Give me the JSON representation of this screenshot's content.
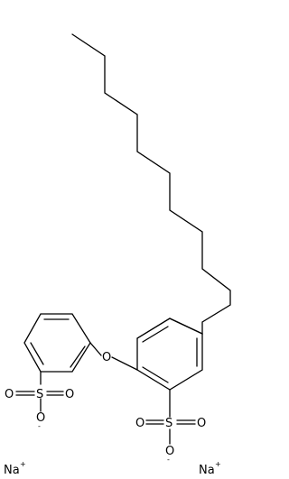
{
  "molecule": {
    "atoms": {
      "oxygen_bridge": "O",
      "sulfur_left": "S",
      "sulfur_right": "S",
      "o_left_a": "O",
      "o_left_b": "O",
      "o_left_minus": "O",
      "o_right_a": "O",
      "o_right_b": "O",
      "o_right_minus": "O",
      "na_left": "Na",
      "na_right": "Na"
    },
    "charges": {
      "minus": "-",
      "plus": "+"
    }
  }
}
